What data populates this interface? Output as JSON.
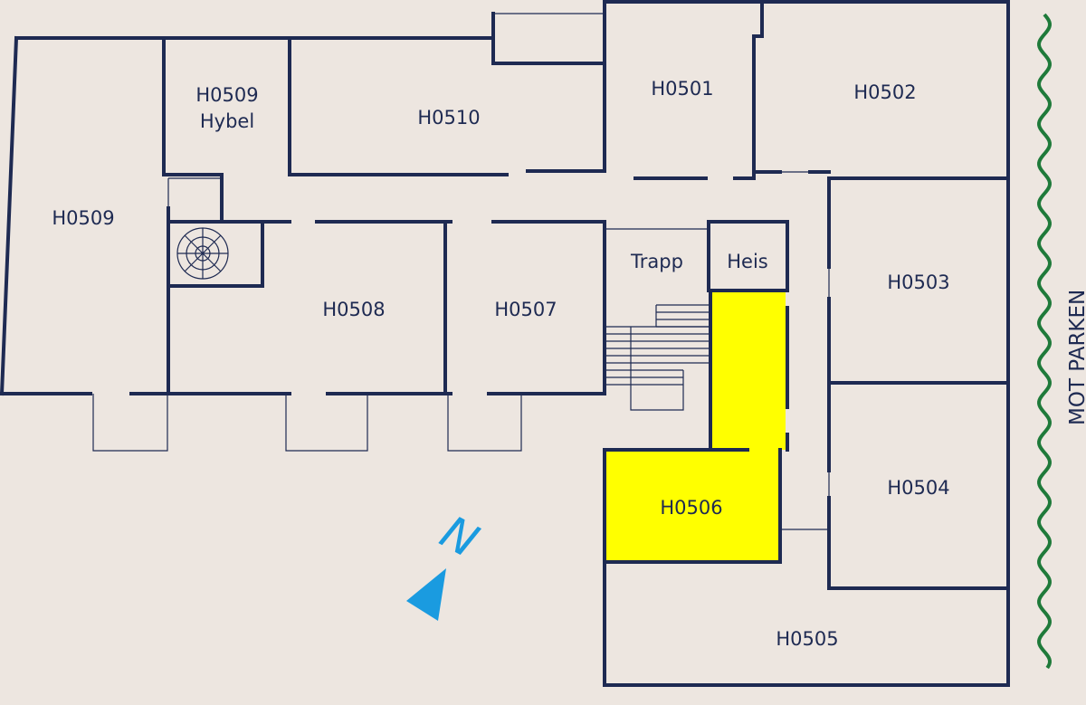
{
  "rooms": {
    "h0509_hybel_code": "H0509",
    "h0509_hybel_sub": "Hybel",
    "h0510": "H0510",
    "h0501": "H0501",
    "h0502": "H0502",
    "h0509": "H0509",
    "h0508": "H0508",
    "h0507": "H0507",
    "trapp": "Trapp",
    "heis": "Heis",
    "h0503": "H0503",
    "h0504": "H0504",
    "h0506": "H0506",
    "h0505": "H0505"
  },
  "compass": {
    "letter": "N",
    "color": "#1a9be0"
  },
  "side_label": "MOT PARKEN",
  "colors": {
    "background": "#ede6e0",
    "walls": "#1e2a52",
    "highlight": "#ffff00",
    "park_line": "#1f7a3a"
  }
}
